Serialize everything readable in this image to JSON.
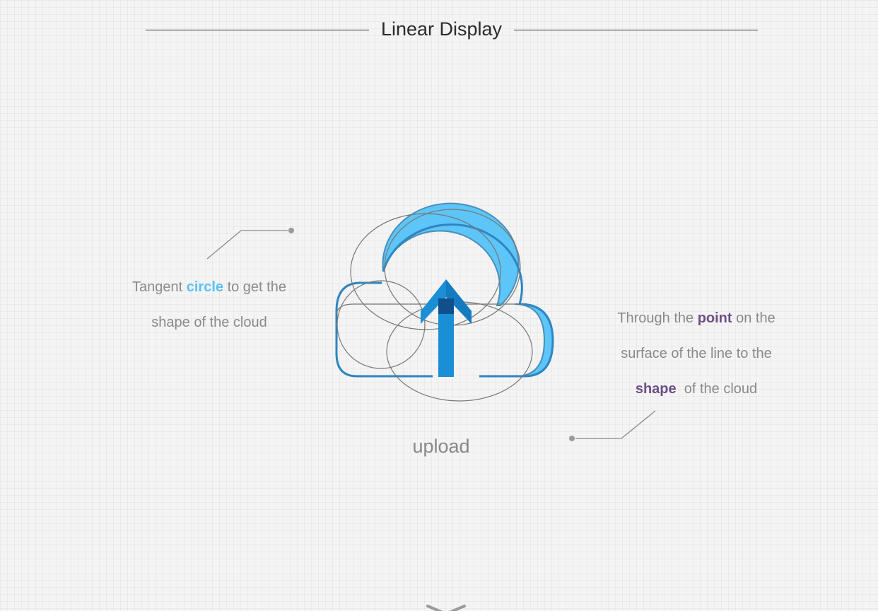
{
  "title": "Linear Display",
  "left_note": {
    "line1_before": "Tangent ",
    "line1_highlight": "circle",
    "line1_after": " to get the",
    "line2": "shape of the cloud"
  },
  "right_note": {
    "line1_before": "Through the ",
    "line1_highlight": "point",
    "line1_after": " on the",
    "line2": "surface of the line to the",
    "line3_highlight": "shape",
    "line3_after": "  of the cloud"
  },
  "caption": "upload",
  "icons": {
    "main": "cloud-upload-icon",
    "bottom": "chevron-down-icon"
  },
  "colors": {
    "cloud_fill": "#5dc5f8",
    "cloud_outline": "#2e86c1",
    "arrow": "#1a8fd6",
    "arrow_dark": "#0f4f8c",
    "guide_lines": "#777777",
    "highlight_blue": "#5bc0f2",
    "highlight_purple": "#6b4f86"
  }
}
